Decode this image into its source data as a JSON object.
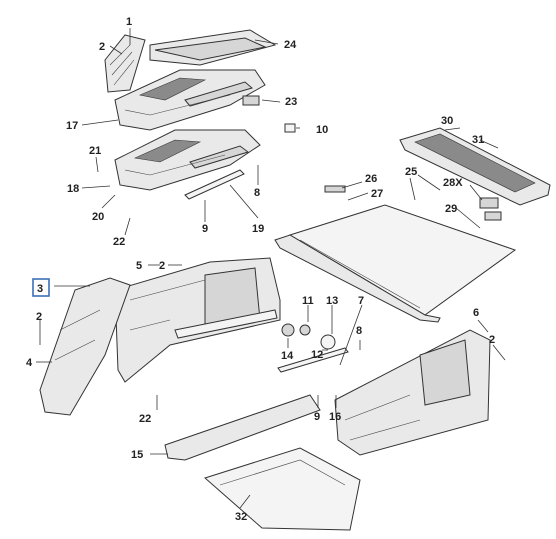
{
  "callouts": {
    "c1": "1",
    "c2a": "2",
    "c24": "24",
    "c23": "23",
    "c17": "17",
    "c10": "10",
    "c21": "21",
    "c18": "18",
    "c20": "20",
    "c8a": "8",
    "c9a": "9",
    "c19": "19",
    "c22a": "22",
    "c30": "30",
    "c31": "31",
    "c26": "26",
    "c25": "25",
    "c27": "27",
    "c28x": "28X",
    "c29": "29",
    "c5": "5",
    "c2b": "2",
    "c3": "3",
    "c2c": "2",
    "c4": "4",
    "c11": "11",
    "c13": "13",
    "c7": "7",
    "c8b": "8",
    "c14": "14",
    "c12": "12",
    "c6": "6",
    "c2d": "2",
    "c9b": "9",
    "c16": "16",
    "c22b": "22",
    "c15": "15",
    "c32": "32"
  },
  "colors": {
    "highlight": "#3b6fb5",
    "line": "#333333"
  }
}
